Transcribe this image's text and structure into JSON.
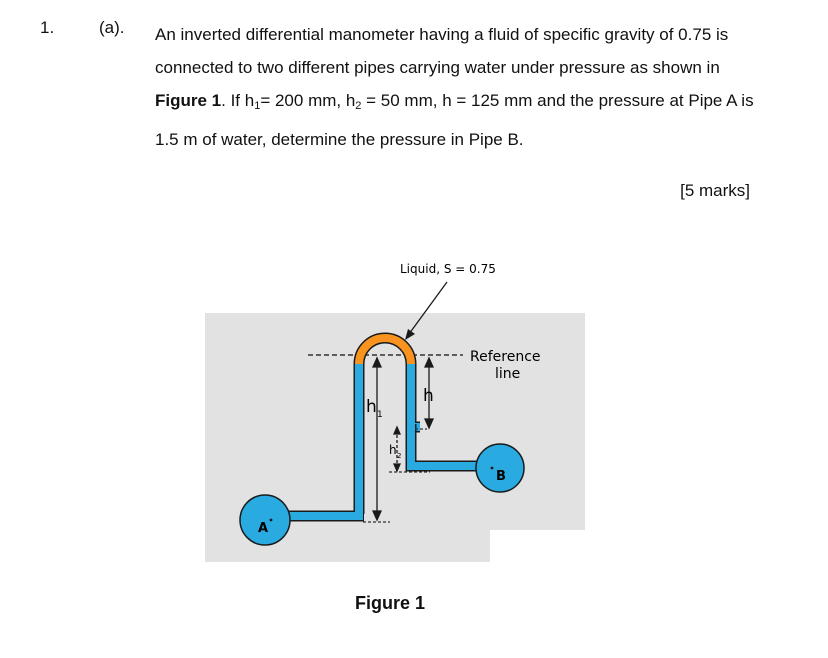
{
  "question": {
    "number": "1.",
    "part": "(a).",
    "text_1": "An inverted differential manometer having a fluid of specific gravity of 0.75 is connected to two different pipes carrying water under pressure as shown in ",
    "figure_ref": "Figure 1",
    "text_2": ". If h",
    "h1_sub": "1",
    "text_3": "= 200 mm, h",
    "h2_sub": "2",
    "text_4": " = 50 mm, h = 125 mm and the pressure at Pipe A is 1.5 m of water, determine the pressure in Pipe B.",
    "marks": "[5 marks]"
  },
  "figure": {
    "liquid_label": "Liquid, S = 0.75",
    "reference_label_1": "Reference",
    "reference_label_2": "line",
    "h1_label": "h",
    "h1_label_sub": "1",
    "h_label": "h",
    "h2_label": "h",
    "h2_label_sub": "2",
    "pipe_a_label": "A",
    "pipe_b_label": "B",
    "caption": "Figure 1",
    "colors": {
      "background": "#e2e2e2",
      "water": "#29abe2",
      "manometer_liquid": "#f7931e",
      "outline": "#1a1a1a"
    }
  }
}
